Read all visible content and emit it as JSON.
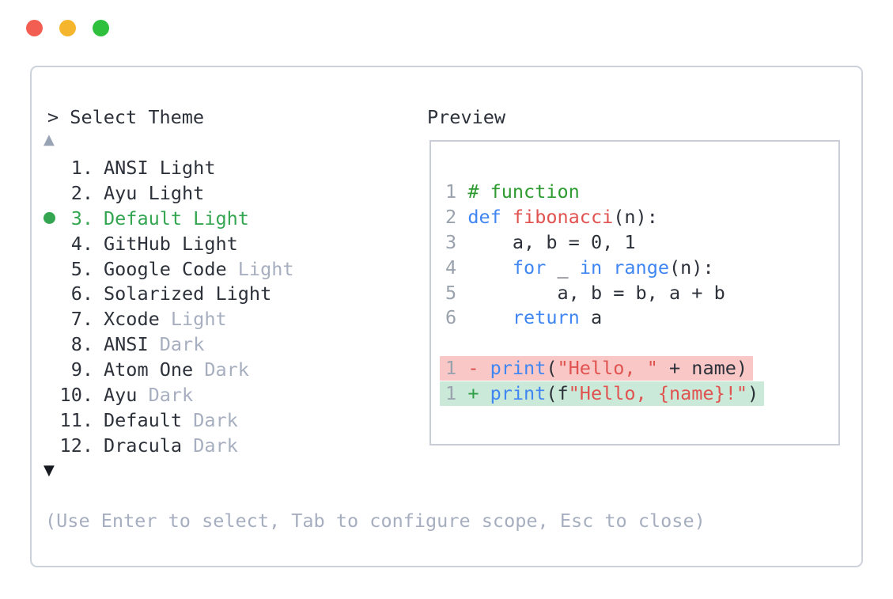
{
  "window": {
    "controls": [
      {
        "name": "close",
        "color_key": "light_red"
      },
      {
        "name": "minimize",
        "color_key": "light_yellow"
      },
      {
        "name": "maximize",
        "color_key": "light_green"
      }
    ]
  },
  "theme_selector": {
    "prompt": "> Select Theme",
    "up_arrow": "▲",
    "down_arrow": "▼",
    "items": [
      {
        "number": "1.",
        "selected": false,
        "parts": [
          {
            "text": "ANSI Light",
            "muted": false
          }
        ]
      },
      {
        "number": "2.",
        "selected": false,
        "parts": [
          {
            "text": "Ayu Light",
            "muted": false
          }
        ]
      },
      {
        "number": "3.",
        "selected": true,
        "parts": [
          {
            "text": "Default Light",
            "muted": false
          }
        ]
      },
      {
        "number": "4.",
        "selected": false,
        "parts": [
          {
            "text": "GitHub Light",
            "muted": false
          }
        ]
      },
      {
        "number": "5.",
        "selected": false,
        "parts": [
          {
            "text": "Google Code ",
            "muted": false
          },
          {
            "text": "Light",
            "muted": true
          }
        ]
      },
      {
        "number": "6.",
        "selected": false,
        "parts": [
          {
            "text": "Solarized Light",
            "muted": false
          }
        ]
      },
      {
        "number": "7.",
        "selected": false,
        "parts": [
          {
            "text": "Xcode ",
            "muted": false
          },
          {
            "text": "Light",
            "muted": true
          }
        ]
      },
      {
        "number": "8.",
        "selected": false,
        "parts": [
          {
            "text": "ANSI ",
            "muted": false
          },
          {
            "text": "Dark",
            "muted": true
          }
        ]
      },
      {
        "number": "9.",
        "selected": false,
        "parts": [
          {
            "text": "Atom One ",
            "muted": false
          },
          {
            "text": "Dark",
            "muted": true
          }
        ]
      },
      {
        "number": "10.",
        "selected": false,
        "parts": [
          {
            "text": "Ayu ",
            "muted": false
          },
          {
            "text": "Dark",
            "muted": true
          }
        ]
      },
      {
        "number": "11.",
        "selected": false,
        "parts": [
          {
            "text": "Default ",
            "muted": false
          },
          {
            "text": "Dark",
            "muted": true
          }
        ]
      },
      {
        "number": "12.",
        "selected": false,
        "parts": [
          {
            "text": "Dracula ",
            "muted": false
          },
          {
            "text": "Dark",
            "muted": true
          }
        ]
      }
    ],
    "help": "(Use Enter to select, Tab to configure scope, Esc to close)"
  },
  "preview": {
    "title": "Preview",
    "code_lines": [
      {
        "num": "1",
        "tokens": [
          {
            "t": "# function",
            "c": "comment"
          }
        ]
      },
      {
        "num": "2",
        "tokens": [
          {
            "t": "def",
            "c": "keyword"
          },
          {
            "t": " ",
            "c": "plain"
          },
          {
            "t": "fibonacci",
            "c": "fname"
          },
          {
            "t": "(n):",
            "c": "plain"
          }
        ]
      },
      {
        "num": "3",
        "tokens": [
          {
            "t": "    a, b = 0, 1",
            "c": "plain"
          }
        ]
      },
      {
        "num": "4",
        "tokens": [
          {
            "t": "    ",
            "c": "plain"
          },
          {
            "t": "for",
            "c": "keyword"
          },
          {
            "t": " _ ",
            "c": "plain"
          },
          {
            "t": "in",
            "c": "keyword"
          },
          {
            "t": " ",
            "c": "plain"
          },
          {
            "t": "range",
            "c": "keyword"
          },
          {
            "t": "(n):",
            "c": "plain"
          }
        ]
      },
      {
        "num": "5",
        "tokens": [
          {
            "t": "        a, b = b, a + b",
            "c": "plain"
          }
        ]
      },
      {
        "num": "6",
        "tokens": [
          {
            "t": "    ",
            "c": "plain"
          },
          {
            "t": "return",
            "c": "keyword"
          },
          {
            "t": " a",
            "c": "plain"
          }
        ]
      },
      {
        "blank": true
      },
      {
        "num": "1",
        "diff": "removed",
        "tokens": [
          {
            "t": "- ",
            "c": "minus"
          },
          {
            "t": "print",
            "c": "keyword"
          },
          {
            "t": "(",
            "c": "plain"
          },
          {
            "t": "\"Hello, \"",
            "c": "string"
          },
          {
            "t": " + name)",
            "c": "plain"
          }
        ]
      },
      {
        "num": "1",
        "diff": "added",
        "tokens": [
          {
            "t": "+ ",
            "c": "plus"
          },
          {
            "t": "print",
            "c": "keyword"
          },
          {
            "t": "(f",
            "c": "plain"
          },
          {
            "t": "\"Hello, {name}!\"",
            "c": "string"
          },
          {
            "t": ")",
            "c": "plain"
          }
        ]
      }
    ]
  },
  "colors": {
    "light_red": "#f35e52",
    "light_yellow": "#f5b62e",
    "light_green": "#2fc13e",
    "panel_border": "#ccd2dc",
    "box_border": "#c8cdd7",
    "dark": "#2c313a",
    "muted": "#a6aebf",
    "linenum": "#9aa2ad",
    "selected": "#34a651",
    "arrow_up": "#99a3b6",
    "arrow_down": "#171a21",
    "keyword": "#3f86f2",
    "comment": "#2e9b31",
    "string": "#e05350",
    "fname": "#e05350",
    "minus": "#d94b47",
    "plus": "#2f9e44",
    "removed_bg": "#f9c8c6",
    "added_bg": "#cbe9d8"
  }
}
